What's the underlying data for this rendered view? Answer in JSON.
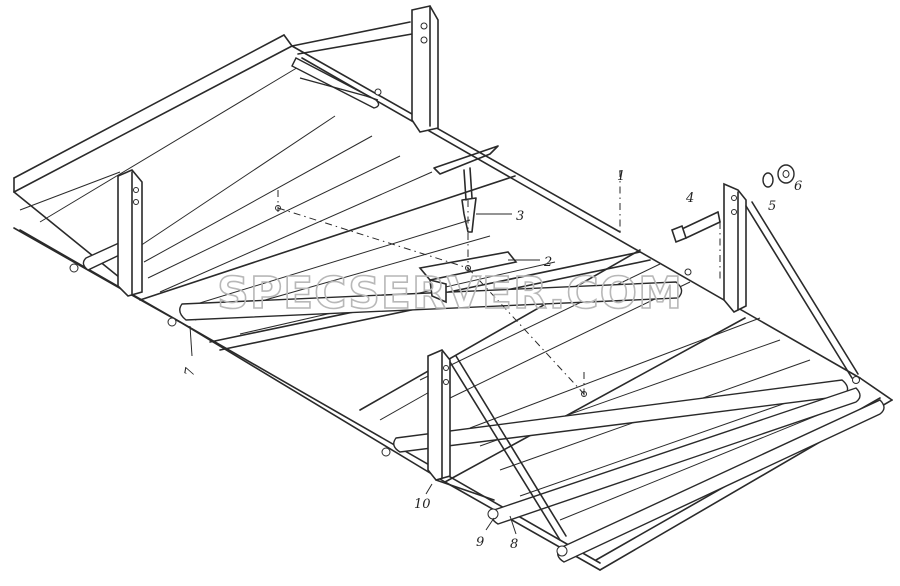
{
  "watermark": "SPECSERVER.COM",
  "callouts": {
    "n1": "1",
    "n2": "2",
    "n3": "3",
    "n4": "4",
    "n5": "5",
    "n6": "6",
    "n7": "7",
    "n8": "8",
    "n9": "9",
    "n10": "10"
  }
}
